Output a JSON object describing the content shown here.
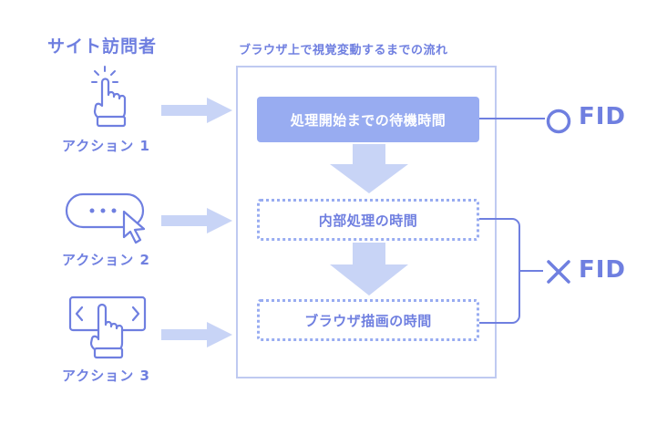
{
  "visitors_title": "サイト訪問者",
  "browser_title": "ブラウザ上で視覚変動するまでの流れ",
  "actions": [
    {
      "label": "アクション 1",
      "icon": "tap-hand-icon"
    },
    {
      "label": "アクション 2",
      "icon": "cursor-click-icon"
    },
    {
      "label": "アクション 3",
      "icon": "swipe-hand-icon"
    }
  ],
  "steps": {
    "wait": "処理開始までの待機時間",
    "internal": "内部処理の時間",
    "render": "ブラウザ描画の時間"
  },
  "fid_good": {
    "mark": "circle-icon",
    "text": "FID"
  },
  "fid_bad": {
    "mark": "cross-icon",
    "text": "FID"
  },
  "colors": {
    "accent": "#6f7fe0",
    "fill": "#98acf1",
    "light": "#c8d4f6",
    "frame": "#bfcaf1"
  }
}
